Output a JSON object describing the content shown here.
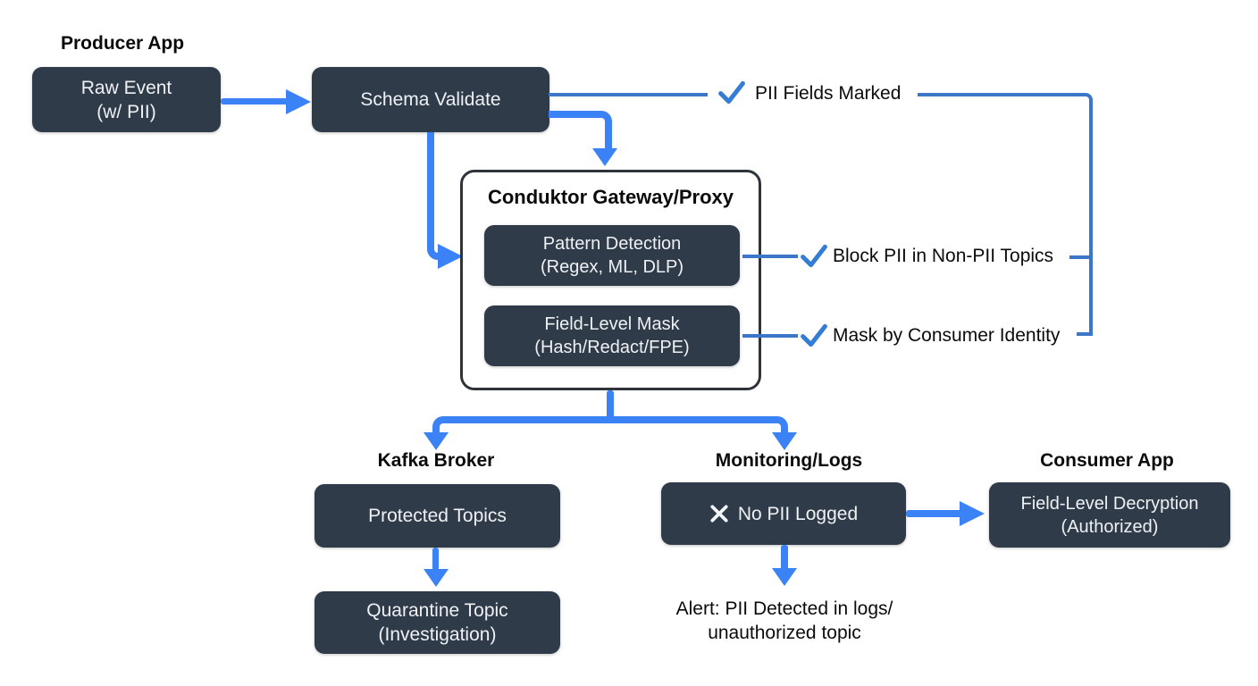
{
  "labels": {
    "producer": "Producer App",
    "kafka_broker": "Kafka Broker",
    "monitoring": "Monitoring/Logs",
    "consumer": "Consumer App"
  },
  "nodes": {
    "raw_event": {
      "line1": "Raw Event",
      "line2": "(w/ PII)"
    },
    "schema_validate": {
      "line1": "Schema Validate"
    },
    "gateway_title": "Conduktor Gateway/Proxy",
    "pattern_detection": {
      "line1": "Pattern Detection",
      "line2": "(Regex, ML, DLP)"
    },
    "field_level_mask": {
      "line1": "Field-Level Mask",
      "line2": "(Hash/Redact/FPE)"
    },
    "protected_topics": {
      "line1": "Protected Topics"
    },
    "quarantine_topic": {
      "line1": "Quarantine Topic",
      "line2": "(Investigation)"
    },
    "no_pii_logged": {
      "line1": "No PII Logged"
    },
    "field_level_decryption": {
      "line1": "Field-Level Decryption",
      "line2": "(Authorized)"
    }
  },
  "annotations": {
    "pii_fields_marked": "PII Fields Marked",
    "block_pii": "Block PII in Non-PII Topics",
    "mask_by_identity": "Mask by Consumer Identity",
    "alert_line1": "Alert: PII Detected in logs/",
    "alert_line2": "unauthorized topic"
  },
  "icons": {
    "check": "checkmark",
    "cross": "x-mark"
  },
  "colors": {
    "node_bg": "#303b49",
    "node_text": "#eef1f4",
    "arrow_blue": "#3b82f6",
    "line_blue": "#3b76c8",
    "check_blue": "#347cd4",
    "frame_dark": "#2f333a",
    "label_ink": "#0b0b0b",
    "background": "#ffffff"
  }
}
